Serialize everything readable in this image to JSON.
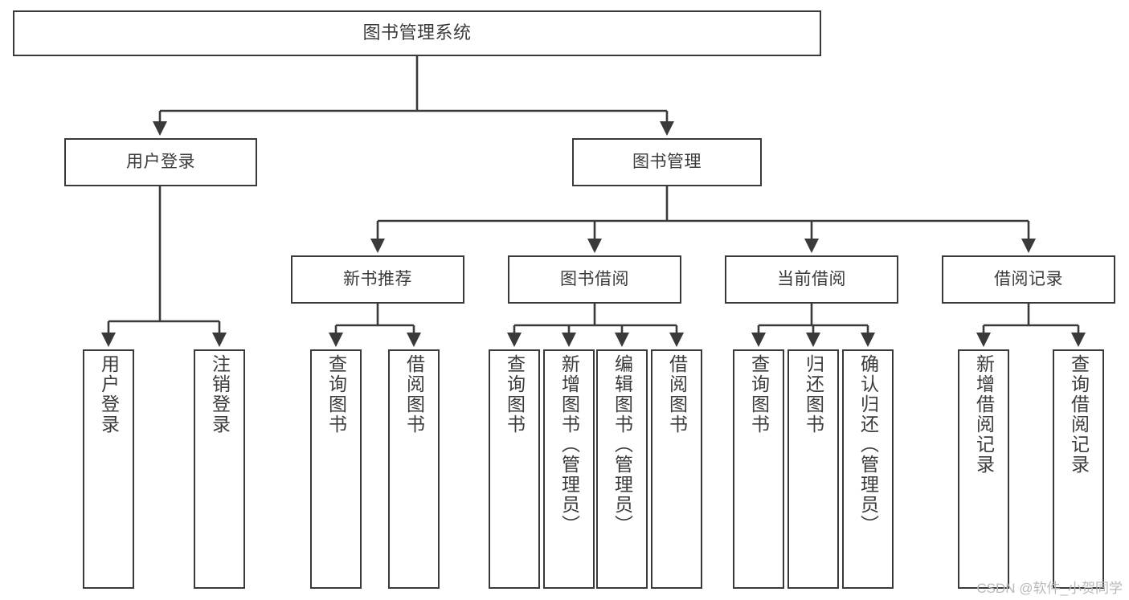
{
  "diagram": {
    "title": "图书管理系统",
    "type": "tree",
    "watermark": "CSDN @软件_小贺同学",
    "colors": {
      "stroke": "#3a3a3a",
      "text": "#3b3b3b",
      "background": "#ffffff",
      "watermark": "#b9b9b9"
    },
    "nodes": {
      "root": {
        "label": "图书管理系统"
      },
      "level2": [
        {
          "label": "用户登录"
        },
        {
          "label": "图书管理"
        }
      ],
      "level3": [
        {
          "label": "新书推荐"
        },
        {
          "label": "图书借阅"
        },
        {
          "label": "当前借阅"
        },
        {
          "label": "借阅记录"
        }
      ],
      "leaves_user_login": [
        {
          "label": "用户登录"
        },
        {
          "label": "注销登录"
        }
      ],
      "leaves_new_book": [
        {
          "label": "查询图书"
        },
        {
          "label": "借阅图书"
        }
      ],
      "leaves_borrow": [
        {
          "label": "查询图书"
        },
        {
          "label": "新增图书（管理员）"
        },
        {
          "label": "编辑图书（管理员）"
        },
        {
          "label": "借阅图书"
        }
      ],
      "leaves_current": [
        {
          "label": "查询图书"
        },
        {
          "label": "归还图书"
        },
        {
          "label": "确认归还（管理员）"
        }
      ],
      "leaves_records": [
        {
          "label": "新增借阅记录"
        },
        {
          "label": "查询借阅记录"
        }
      ]
    }
  }
}
